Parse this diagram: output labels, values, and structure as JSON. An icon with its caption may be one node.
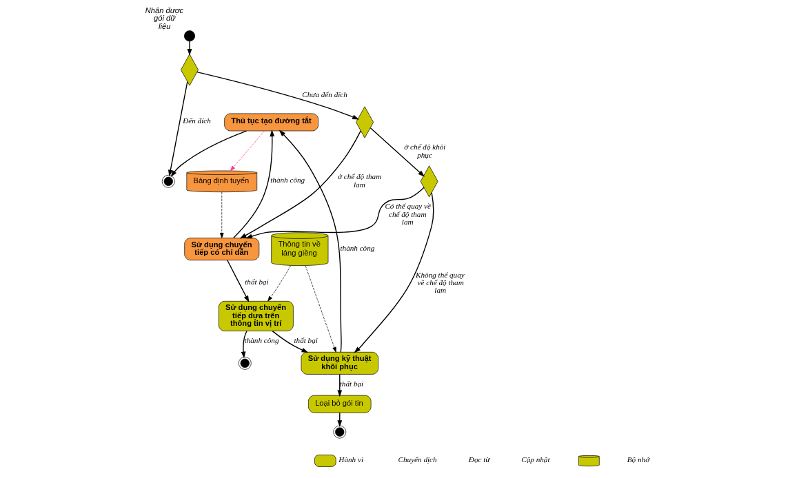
{
  "diagram": {
    "nodes": [
      {
        "text": [
          "Thủ tục tạo đường tắt"
        ]
      },
      {
        "text": [],
        "shape": "circle"
      },
      {
        "text": [
          "Bảng định tuyến"
        ]
      },
      {
        "text": [
          "Thông tin về láng giềng"
        ]
      },
      {
        "text": [],
        "shape": "circle",
        "beside": [
          "Nhận được gói dữ liệu"
        ]
      },
      {
        "text": [],
        "shape": "diamond"
      },
      {
        "text": [],
        "shape": "diamond"
      },
      {
        "text": [
          "Sử dụng chuyển tiếp có chỉ dẫn"
        ]
      },
      {
        "text": [
          "Sử dụng chuyển tiếp dựa trên thông tin vị trí"
        ]
      },
      {
        "text": [],
        "shape": "circle"
      },
      {
        "text": [],
        "shape": "diamond"
      },
      {
        "text": [
          "Sử dụng kỹ thuật khôi phục"
        ]
      },
      {
        "text": [
          "Loại bỏ gói tin"
        ]
      },
      {
        "text": [],
        "shape": "circle"
      }
    ],
    "edges": [
      {
        "from": 0,
        "to": 1,
        "arrow": "to"
      },
      {
        "from": 5,
        "to": 1,
        "arrow": "to",
        "label": "Đến đích"
      },
      {
        "from": 4,
        "to": 5,
        "arrow": "to"
      },
      {
        "from": 5,
        "to": 6,
        "arrow": "to",
        "label": "Chưa đến đích"
      },
      {
        "from": 6,
        "to": 7,
        "arrow": "to",
        "label": "ở chế độ tham lam"
      },
      {
        "from": 6,
        "to": 10,
        "arrow": "to",
        "label": "ở chế độ khôi phục"
      },
      {
        "from": 10,
        "to": 7,
        "arrow": "to",
        "label": "Có thể quay về chế độ tham lam"
      },
      {
        "from": 10,
        "to": 11,
        "arrow": "to",
        "label": "Không thể quay về chế độ tham lam"
      },
      {
        "from": 7,
        "to": 0,
        "arrow": "to",
        "label": "thành công"
      },
      {
        "from": 0,
        "to": 2,
        "arrow": "to",
        "style": "dashed",
        "color": "#ff3399"
      },
      {
        "from": 2,
        "to": 7,
        "arrow": "to",
        "style": "dashed"
      },
      {
        "from": 3,
        "to": 8,
        "arrow": "to",
        "style": "dashed"
      },
      {
        "from": 3,
        "to": 11,
        "arrow": "to",
        "style": "dashed"
      },
      {
        "from": 7,
        "to": 8,
        "arrow": "to",
        "label": "thất bại"
      },
      {
        "from": 8,
        "to": 11,
        "arrow": "to",
        "label": "thất bại"
      },
      {
        "from": 8,
        "to": 9,
        "arrow": "to",
        "label": "thành công"
      },
      {
        "from": 11,
        "to": 0,
        "arrow": "to",
        "label": "thành công"
      },
      {
        "from": 11,
        "to": 12,
        "arrow": "to",
        "label": "thất bại"
      },
      {
        "from": 12,
        "to": 13,
        "arrow": "to"
      }
    ],
    "legend": [
      {
        "text": "Hành vi",
        "color": "#c8c800"
      },
      {
        "text": "Chuyển dịch"
      },
      {
        "text": "Đọc từ"
      },
      {
        "text": "Cập nhật"
      },
      {
        "text": "Bộ nhớ"
      }
    ]
  }
}
